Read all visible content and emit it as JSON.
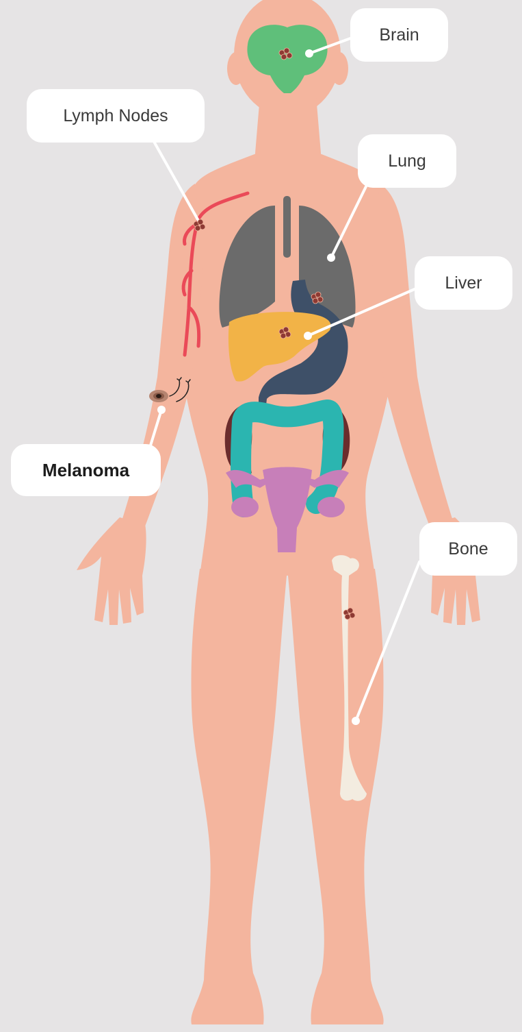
{
  "labels": {
    "brain": "Brain",
    "lymph_nodes": "Lymph Nodes",
    "lung": "Lung",
    "liver": "Liver",
    "melanoma": "Melanoma",
    "bone": "Bone"
  },
  "colors": {
    "background": "#e6e4e5",
    "skin": "#f4b59e",
    "brain": "#5fbf7a",
    "lungs": "#6b6b6b",
    "liver": "#f2b347",
    "stomach": "#3e5068",
    "colon": "#2bb5b0",
    "kidney": "#6b2d2d",
    "uterus": "#c77fb9",
    "bone": "#f3ece0",
    "lymph": "#ea4a58",
    "tumor": "#8e3a33",
    "callout": "#ffffff"
  }
}
